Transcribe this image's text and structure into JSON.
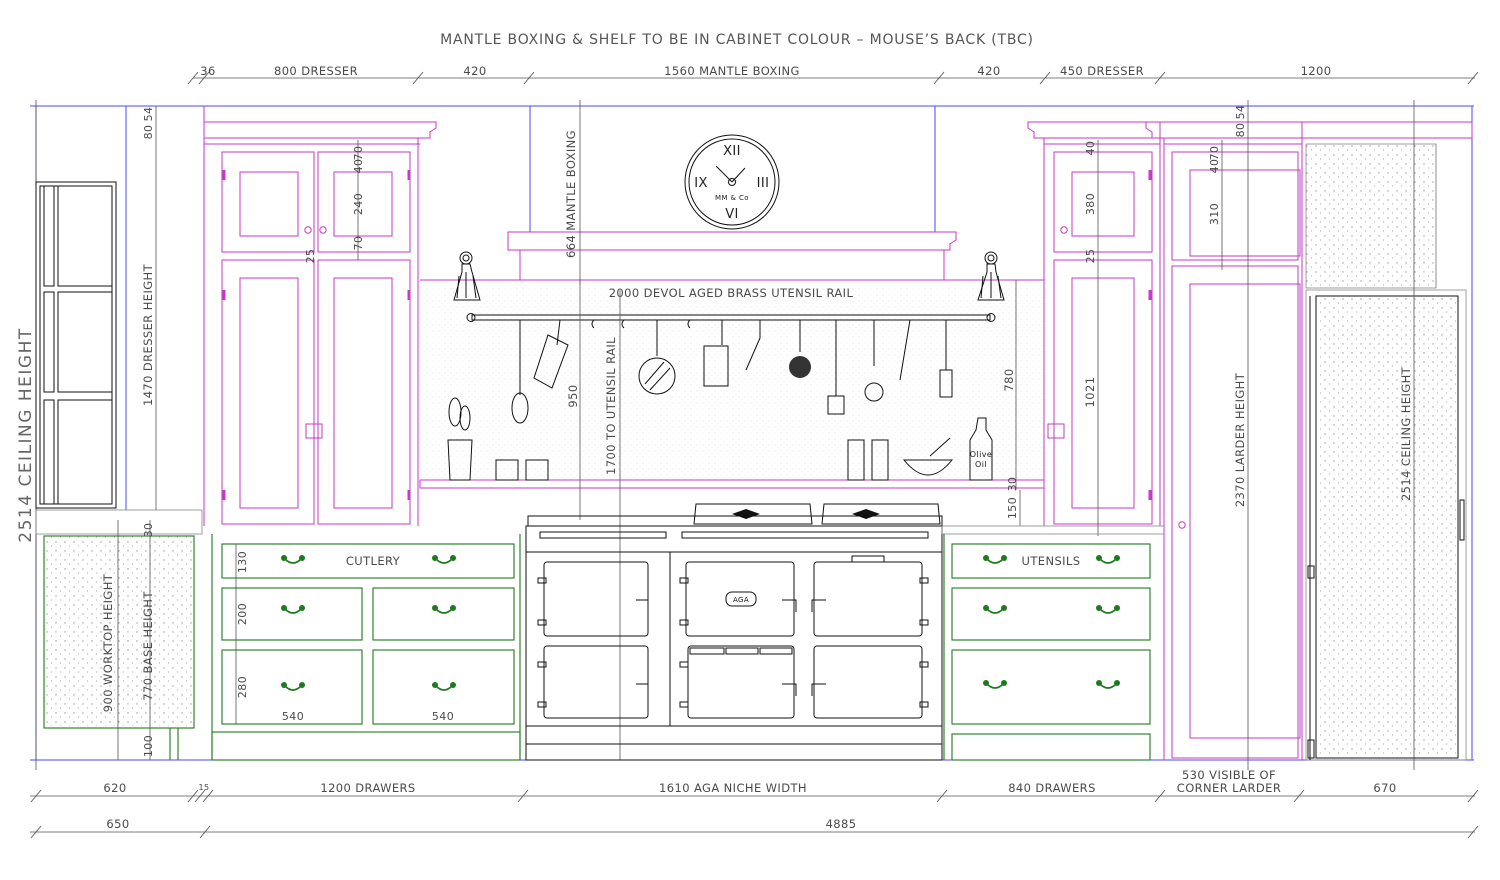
{
  "title": "MANTLE BOXING & SHELF TO BE IN CABINET COLOUR – MOUSE’S BACK (TBC)",
  "top_dims": [
    "36",
    "800 DRESSER",
    "420",
    "1560 MANTLE BOXING",
    "420",
    "450 DRESSER",
    "1200"
  ],
  "bottom_dims_row1": [
    "620",
    "15",
    "1200 DRAWERS",
    "1610 AGA NICHE WIDTH",
    "840 DRAWERS",
    "530 VISIBLE OF",
    "CORNER LARDER",
    "670"
  ],
  "bottom_dims_row2": [
    "650",
    "4885"
  ],
  "vertical_labels": {
    "ceiling_left": "2514 CEILING HEIGHT",
    "dresser_height": "1470 DRESSER HEIGHT",
    "worktop_height": "900 WORKTOP HEIGHT",
    "base_height": "770 BASE HEIGHT",
    "plinth": "100",
    "mantle_boxing": "664 MANTLE BOXING",
    "to_rail": "1700 TO UTENSIL RAIL",
    "shelf_gap": "950",
    "right_gap": "780",
    "larder_height": "2370 LARDER HEIGHT",
    "ceiling_right": "2514 CEILING HEIGHT",
    "dresser_right": "1021"
  },
  "small_dims": {
    "left_cornice_a": "80",
    "left_cornice_b": "54",
    "left_door_top_a": "70",
    "left_door_top_b": "40",
    "left_panel": "240",
    "left_rail": "70",
    "left_gap": "25",
    "worktop": "30",
    "right_top": "40",
    "right_panel": "380",
    "right_gap": "25",
    "right_bot_a": "150",
    "right_bot_b": "30",
    "larder_cornice_a": "80",
    "larder_cornice_b": "54",
    "larder_top_a": "70",
    "larder_top_b": "40",
    "larder_panel": "310",
    "drawer_1": "130",
    "drawer_2": "200",
    "drawer_3": "280",
    "drawer_w_left": "540",
    "drawer_w_right": "540"
  },
  "rail_label": "2000 DEVOL AGED BRASS UTENSIL RAIL",
  "drawer_labels": {
    "left": "CUTLERY",
    "right": "UTENSILS"
  },
  "clock": {
    "xii": "XII",
    "iii": "III",
    "vi": "VI",
    "ix": "IX",
    "maker": "MM & Co"
  },
  "range_cooker": {
    "badge": "AGA"
  },
  "bottle_label": [
    "Olive",
    "Oil"
  ],
  "colors": {
    "cabinet_outline": "#c43bc4",
    "drawer_outline": "#1e7a1e",
    "wall_outline": "#4a4aff",
    "dimension": "#555555"
  }
}
